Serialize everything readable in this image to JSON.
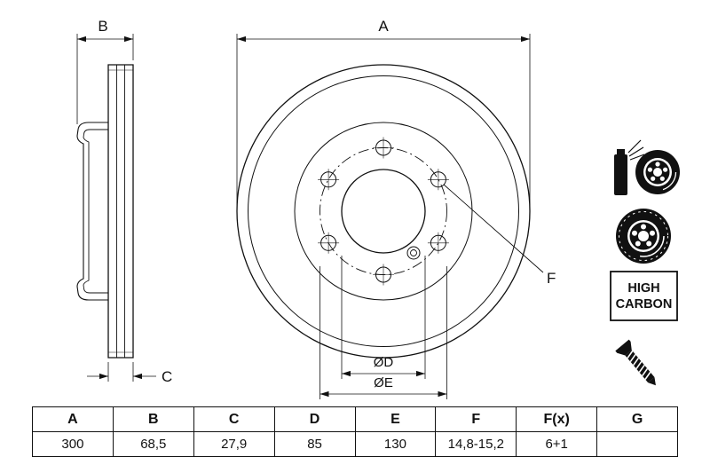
{
  "drawing": {
    "labels": {
      "a": "A",
      "b": "B",
      "c": "C",
      "d": "ØD",
      "e": "ØE",
      "f": "F"
    }
  },
  "icons": {
    "high_carbon": [
      "HIGH",
      "CARBON"
    ]
  },
  "table": {
    "headers": [
      "A",
      "B",
      "C",
      "D",
      "E",
      "F",
      "F(x)",
      "G"
    ],
    "values": [
      "300",
      "68,5",
      "27,9",
      "85",
      "130",
      "14,8-15,2",
      "6+1",
      ""
    ]
  }
}
